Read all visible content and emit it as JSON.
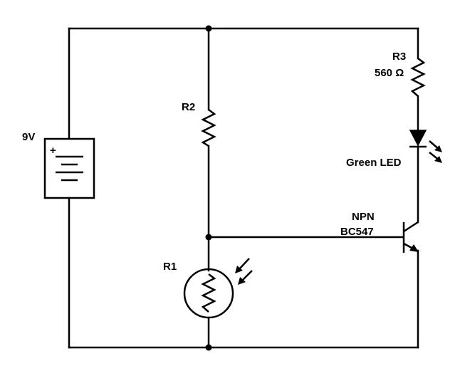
{
  "battery": {
    "voltage_label": "9V",
    "plus_symbol": "+"
  },
  "r1": {
    "name": "R1"
  },
  "r2": {
    "name": "R2"
  },
  "r3": {
    "name": "R3",
    "value": "560 Ω"
  },
  "led": {
    "label": "Green LED"
  },
  "transistor": {
    "type": "NPN",
    "model": "BC547"
  },
  "colors": {
    "stroke": "#000000",
    "led_fill": "#000000",
    "background": "#ffffff"
  }
}
